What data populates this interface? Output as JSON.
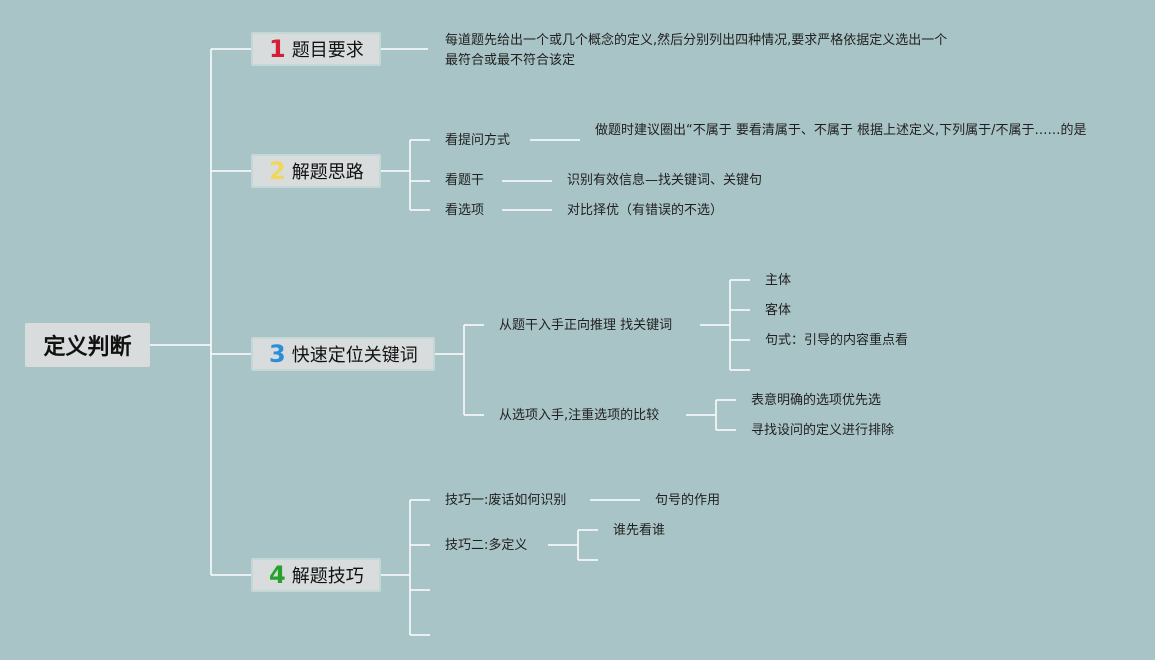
{
  "root": "定义判断",
  "sections": {
    "s1": {
      "num": "1",
      "num_color": "#d41f35",
      "label": "题目要求"
    },
    "s2": {
      "num": "2",
      "num_color": "#f2d65b",
      "label": "解题思路"
    },
    "s3": {
      "num": "3",
      "num_color": "#2a8fd6",
      "label": "快速定位关键词"
    },
    "s4": {
      "num": "4",
      "num_color": "#27a02d",
      "label": "解题技巧"
    }
  },
  "s1_text": "每道题先给出一个或几个概念的定义,然后分别列出四种情况,要求严格依据定义选出一个最符合或最不符合该定",
  "s2_items": {
    "a": {
      "label": "看提问方式",
      "detail": "做题时建议圈出“不属于 要看清属于、不属于 根据上述定义,下列属于/不属于……的是"
    },
    "b": {
      "label": "看题干",
      "detail": "识别有效信息—找关键词、关键句"
    },
    "c": {
      "label": "看选项",
      "detail": "对比择优（有错误的不选）"
    }
  },
  "s3_items": {
    "a": {
      "label": "从题干入手正向推理 找关键词",
      "children": [
        "主体",
        "客体",
        "句式：引导的内容重点看"
      ]
    },
    "b": {
      "label": "从选项入手,注重选项的比较",
      "children": [
        "表意明确的选项优先选",
        "寻找设问的定义进行排除"
      ]
    }
  },
  "s4_items": {
    "a": {
      "label": "技巧一:废话如何识别",
      "child": "句号的作用"
    },
    "b": {
      "label": "技巧二:多定义",
      "child": "谁先看谁"
    }
  },
  "line_color": "#ffffff"
}
